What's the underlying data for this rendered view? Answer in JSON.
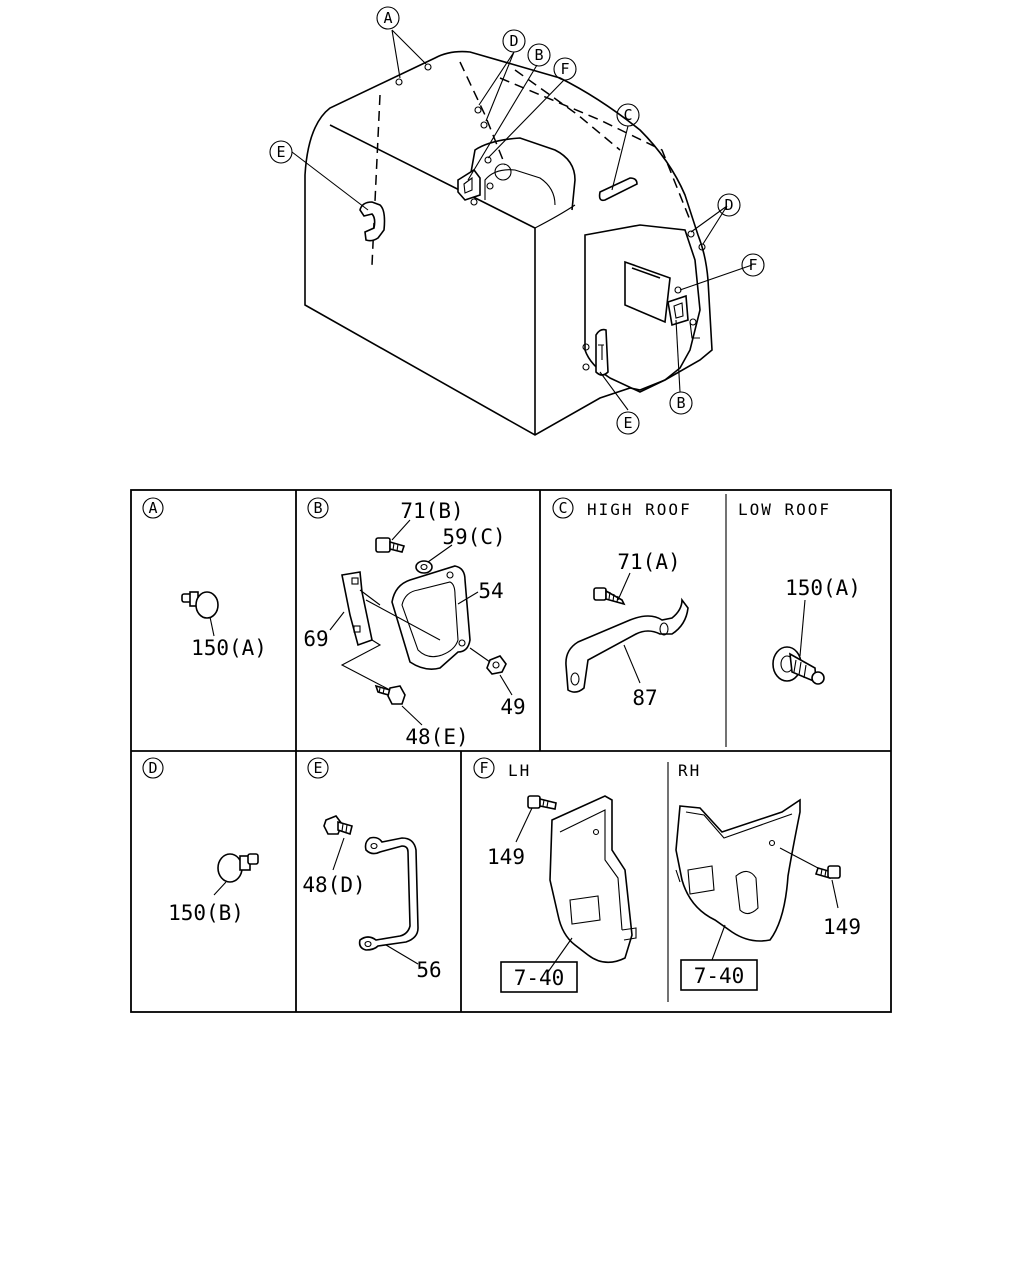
{
  "overview": {
    "callouts": {
      "a": "A",
      "d1": "D",
      "b1": "B",
      "f1": "F",
      "e1": "E",
      "c": "C",
      "d2": "D",
      "f2": "F",
      "b2": "B",
      "e2": "E"
    }
  },
  "panels": {
    "a": {
      "key": "A",
      "parts": [
        "150(A)"
      ]
    },
    "b": {
      "key": "B",
      "parts": [
        "71(B)",
        "59(C)",
        "54",
        "69",
        "49",
        "48(E)"
      ]
    },
    "c_high": {
      "key": "C",
      "heading": "HIGH ROOF",
      "parts": [
        "71(A)",
        "87"
      ]
    },
    "c_low": {
      "heading": "LOW ROOF",
      "parts": [
        "150(A)"
      ]
    },
    "d": {
      "key": "D",
      "parts": [
        "150(B)"
      ]
    },
    "e": {
      "key": "E",
      "parts": [
        "48(D)",
        "56"
      ]
    },
    "f_lh": {
      "key": "F",
      "heading": "LH",
      "parts": [
        "149",
        "7-40"
      ]
    },
    "f_rh": {
      "heading": "RH",
      "parts": [
        "149",
        "7-40"
      ]
    }
  }
}
